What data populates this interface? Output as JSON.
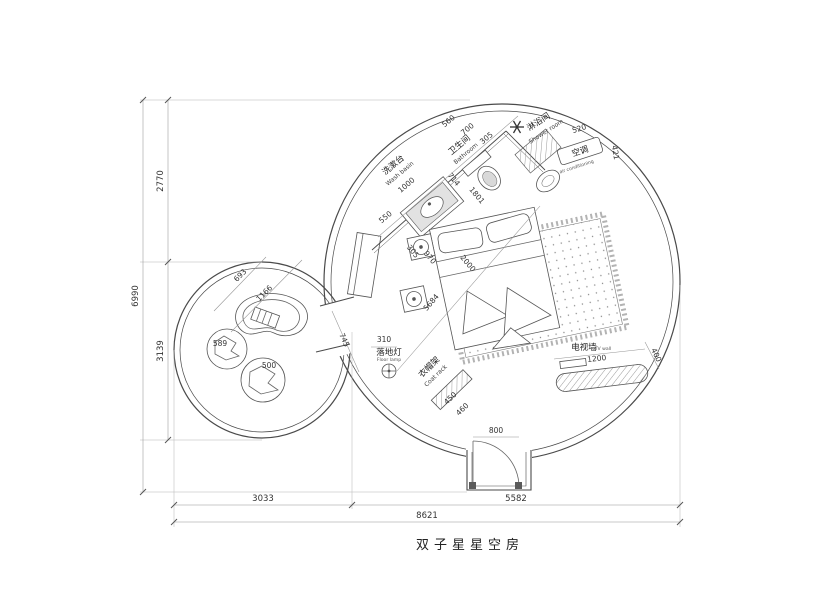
{
  "colors": {
    "line": "#4a4a4a",
    "dim_text": "#333333",
    "background": "#ffffff"
  },
  "title": "双子星星空房",
  "labels": {
    "wash_basin": {
      "zh": "洗漱台",
      "en": "Wash basin"
    },
    "bathroom": {
      "zh": "卫生间",
      "en": "Bathroom"
    },
    "shower": {
      "zh": "淋浴间",
      "en": "Shower room"
    },
    "air_conditioner": {
      "zh": "空调",
      "en": "air conditioning"
    },
    "floor_lamp": {
      "zh": "落地灯",
      "en": "Floor lamp"
    },
    "coat_rack": {
      "zh": "衣帽架",
      "en": "Coat rack"
    },
    "tv_wall": {
      "zh": "电视墙",
      "en": "TV wall"
    }
  },
  "dims": {
    "left_upper": "2770",
    "left_lower": "3139",
    "left_total": "6990",
    "bottom_left": "3033",
    "bottom_right": "5582",
    "bottom_total": "8621",
    "entry_width": "800",
    "bath_seg_a": "550",
    "bath_seg_b": "1000",
    "bath_seg_c": "714",
    "bath_seg_d": "1801",
    "top_seg_a": "560",
    "top_seg_b": "700",
    "top_seg_c": "305",
    "bed_seg_a": "305",
    "bed_seg_b": "970",
    "bed_seg_c": "2000",
    "diag_total": "5684",
    "small_diag_a": "693",
    "small_diag_b": "1166",
    "stone_a": "589",
    "stone_b": "500",
    "passage": "745",
    "lamp_offset": "310",
    "tv_length": "1200",
    "tv_depth": "400",
    "ac_seg_a": "520",
    "ac_seg_b": "421",
    "coat_seg_a": "450",
    "coat_seg_b": "460"
  }
}
